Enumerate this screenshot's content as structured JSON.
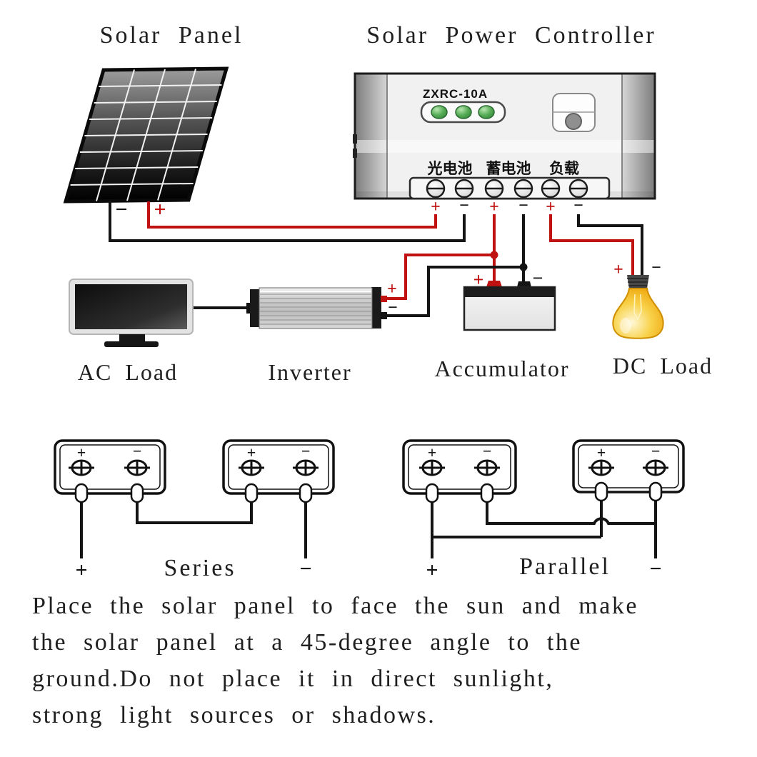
{
  "titles": {
    "solar_panel": "Solar Panel",
    "controller": "Solar Power Controller"
  },
  "controller": {
    "model": "ZXRC-10A",
    "terminal_groups": {
      "pv": "光电池",
      "battery": "蓄电池",
      "load": "负载"
    }
  },
  "marks": {
    "plus": "+",
    "minus": "−"
  },
  "component_labels": {
    "ac_load": "AC Load",
    "inverter": "Inverter",
    "accumulator": "Accumulator",
    "dc_load": "DC Load"
  },
  "wiring": {
    "series": "Series",
    "parallel": "Parallel"
  },
  "instructions": {
    "line1": "Place the solar panel to face the sun and make",
    "line2": "the solar panel at a 45-degree angle to the",
    "line3": "ground.Do not place it in direct sunlight,",
    "line4": "strong light sources or shadows."
  },
  "colors": {
    "wire_positive": "#c11212",
    "wire_negative": "#141414",
    "led_green": "#4caf50",
    "bulb_yellow": "#f5c400"
  }
}
